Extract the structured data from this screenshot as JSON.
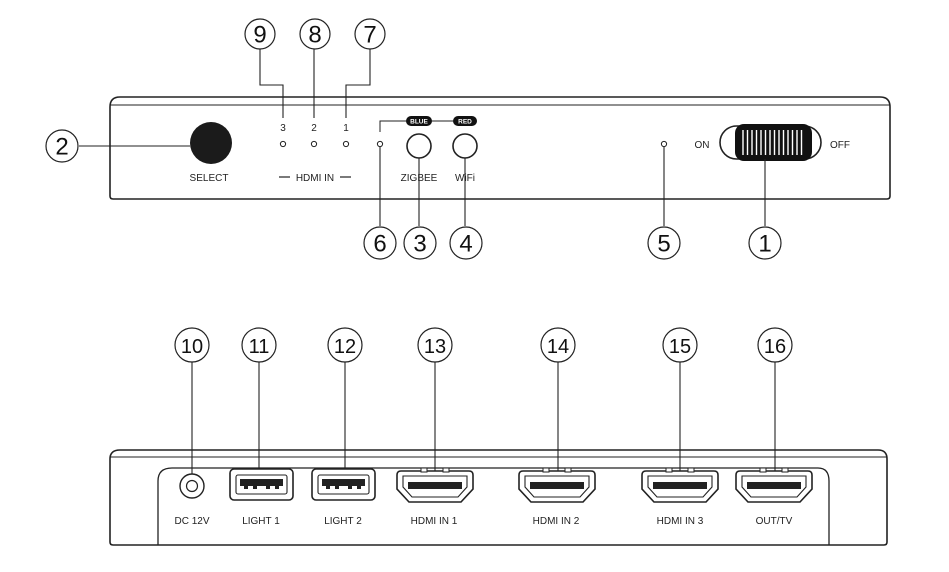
{
  "front_panel": {
    "select_label": "SELECT",
    "hdmi_in_label": "HDMI IN",
    "led_numbers": [
      "3",
      "2",
      "1"
    ],
    "blue_badge": "BLUE",
    "red_badge": "RED",
    "zigbee_label": "ZIGBEE",
    "wifi_label": "WiFi",
    "switch_on_label": "ON",
    "switch_off_label": "OFF"
  },
  "back_panel": {
    "ports": [
      "DC 12V",
      "LIGHT 1",
      "LIGHT 2",
      "HDMI IN 1",
      "HDMI IN 2",
      "HDMI IN 3",
      "OUT/TV"
    ]
  },
  "callouts": {
    "front": [
      "9",
      "8",
      "7",
      "2",
      "6",
      "3",
      "4",
      "5",
      "1"
    ],
    "back": [
      "10",
      "11",
      "12",
      "13",
      "14",
      "15",
      "16"
    ]
  },
  "colors": {
    "ink": "#222222",
    "background": "#ffffff"
  }
}
